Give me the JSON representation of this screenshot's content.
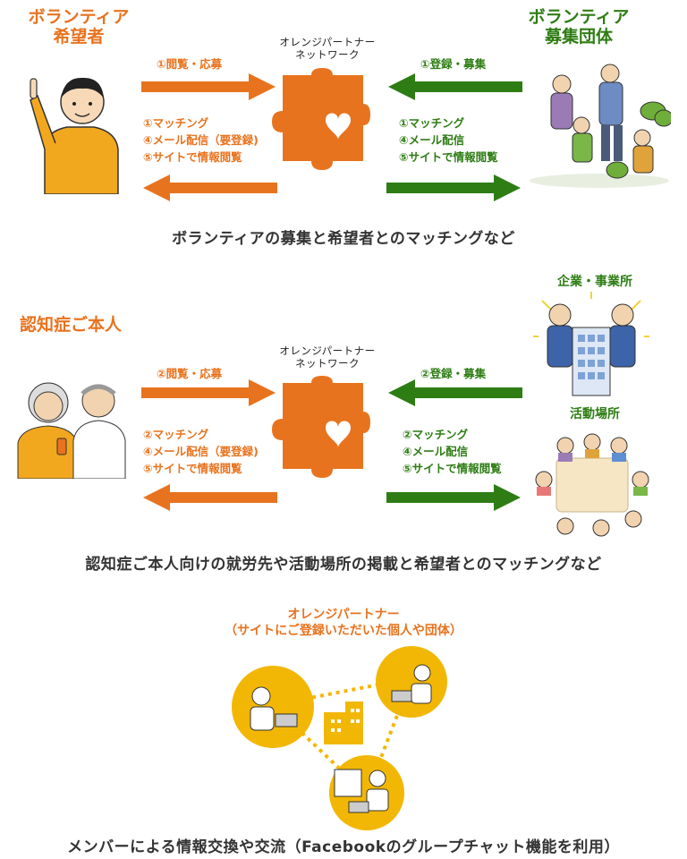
{
  "section1": {
    "left_role": "ボランティア\n希望者",
    "right_role": "ボランティア\n募集団体",
    "hub_label": "オレンジパートナー\nネットワーク",
    "left_to_hub": "①閲覧・応募",
    "hub_to_left": [
      "①マッチング",
      "④メール配信（要登録)",
      "⑤サイトで情報閲覧"
    ],
    "right_to_hub": "①登録・募集",
    "hub_to_right": [
      "①マッチング",
      "④メール配信",
      "⑤サイトで情報閲覧"
    ],
    "caption": "ボランティアの募集と希望者とのマッチングなど"
  },
  "section2": {
    "left_role": "認知症ご本人",
    "right_top_label": "企業・事業所",
    "right_bottom_label": "活動場所",
    "hub_label": "オレンジパートナー\nネットワーク",
    "left_to_hub": "②閲覧・応募",
    "hub_to_left": [
      "②マッチング",
      "④メール配信（要登録)",
      "⑤サイトで情報閲覧"
    ],
    "right_to_hub": "②登録・募集",
    "hub_to_right": [
      "②マッチング",
      "④メール配信",
      "⑤サイトで情報閲覧"
    ],
    "caption": "認知症ご本人向けの就労先や活動場所の掲載と希望者とのマッチングなど"
  },
  "section3": {
    "title": "オレンジパートナー",
    "subtitle": "（サイトにご登録いただいた個人や団体）",
    "caption": "メンバーによる情報交換や交流（Facebookのグループチャット機能を利用）"
  },
  "colors": {
    "orange": "#e8731e",
    "green": "#2e7d14",
    "yellow": "#f2b705"
  }
}
